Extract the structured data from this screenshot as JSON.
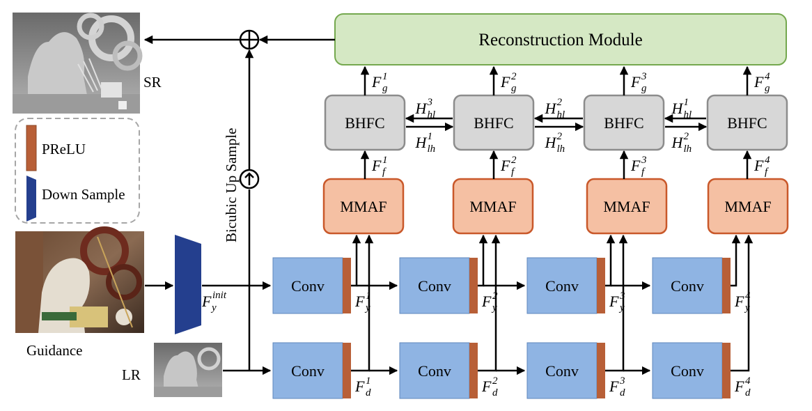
{
  "recon_label": "Reconstruction Module",
  "sr_label": "SR",
  "lr_label": "LR",
  "guidance_label": "Guidance",
  "upsample_label": "Bicubic Up Sample",
  "legend": {
    "prelu": "PReLU",
    "down_sample": "Down Sample"
  },
  "bhfc_label": "BHFC",
  "mmaf_label": "MMAF",
  "conv_label": "Conv",
  "f_init": {
    "base": "F",
    "sub": "y",
    "sup": "init"
  },
  "stages": [
    {
      "fg": "1",
      "ff": "1",
      "fy": "1",
      "fd": "1"
    },
    {
      "fg": "2",
      "ff": "2",
      "fy": "2",
      "fd": "2"
    },
    {
      "fg": "3",
      "ff": "3",
      "fy": "3",
      "fd": "3"
    },
    {
      "fg": "4",
      "ff": "4",
      "fy": "4",
      "fd": "4"
    }
  ],
  "h_labels": [
    {
      "hl": "3",
      "lh": "1"
    },
    {
      "hl": "2",
      "lh": "2"
    },
    {
      "hl": "1",
      "lh": "2"
    }
  ],
  "colors": {
    "recon_fill": "#d5e8c4",
    "recon_stroke": "#74a84e",
    "bhfc_fill": "#d7d7d7",
    "bhfc_stroke": "#8c8c8c",
    "mmaf_fill": "#f5c0a3",
    "mmaf_stroke": "#c9582a",
    "conv_fill": "#8fb4e3",
    "conv_stroke": "#5f87bd",
    "prelu": "#b85f37",
    "down": "#243f8e"
  }
}
